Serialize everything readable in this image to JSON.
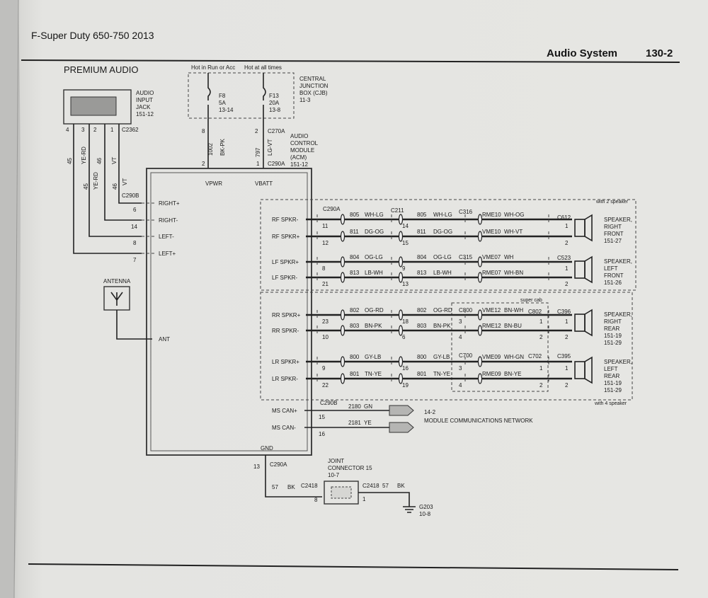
{
  "header": {
    "book_title": "F-Super Duty 650-750 2013",
    "section_title": "Audio System",
    "page_number": "130-2"
  },
  "diagram": {
    "title": "PREMIUM AUDIO",
    "fuse_feeds": {
      "run_acc": "Hot in Run or Acc",
      "hot_always": "Hot at all times"
    },
    "fuse_f8": {
      "name": "F8",
      "amps": "5A",
      "ref": "13-14"
    },
    "fuse_f13": {
      "name": "F13",
      "amps": "20A",
      "ref": "13-8"
    },
    "cjb": {
      "line1": "CENTRAL",
      "line2": "JUNCTION",
      "line3": "BOX (CJB)",
      "ref": "11-3"
    },
    "acm": {
      "line1": "AUDIO",
      "line2": "CONTROL",
      "line3": "MODULE",
      "line4": "(ACM)",
      "ref": "151-12"
    },
    "jack": {
      "line1": "AUDIO",
      "line2": "INPUT",
      "line3": "JACK",
      "ref": "151-12",
      "connector": "C2362"
    },
    "jack_pins": [
      "4",
      "3",
      "2",
      "1"
    ],
    "jack_circuits": [
      {
        "circuit": "45",
        "color": "YE-RD"
      },
      {
        "circuit": "46",
        "color": "VT"
      }
    ],
    "power": {
      "vpwr": "VPWR",
      "vbatt": "VBATT",
      "pin_f8_out": "8",
      "pin_f13_out": "2",
      "c270a": "C270A",
      "vpwr_circuit": "1002",
      "vpwr_color": "BK-PK",
      "vbatt_circuit": "797",
      "vbatt_color": "LG-VT",
      "acm_pin_vpwr": "2",
      "acm_pin_vbatt": "1",
      "c290a": "C290A"
    },
    "aux_inputs": {
      "connector": "C290B",
      "labels": [
        "RIGHT+",
        "RIGHT-",
        "LEFT-",
        "LEFT+"
      ],
      "pins": [
        "6",
        "14",
        "8",
        "7"
      ],
      "circuits": [
        "45",
        "46"
      ]
    },
    "antenna": {
      "label": "ANTENNA",
      "pin_label": "ANT"
    },
    "speaker_outputs": [
      {
        "label": "RF SPKR-",
        "pin": "11",
        "circuit": "805",
        "color": "WH-LG",
        "pin2": "14",
        "circuit2": "805",
        "color2": "WH-LG",
        "vme": "RME10",
        "vme_color": "WH-OG",
        "spk_pin": "1"
      },
      {
        "label": "RF SPKR+",
        "pin": "12",
        "circuit": "811",
        "color": "DG-OG",
        "pin2": "15",
        "circuit2": "811",
        "color2": "DG-OG",
        "vme": "VME10",
        "vme_color": "WH-VT",
        "spk_pin": "2"
      },
      {
        "label": "LF SPKR+",
        "pin": "8",
        "circuit": "804",
        "color": "OG-LG",
        "pin2": "9",
        "circuit2": "804",
        "color2": "OG-LG",
        "vme": "VME07",
        "vme_color": "WH",
        "spk_pin": "1"
      },
      {
        "label": "LF SPKR-",
        "pin": "21",
        "circuit": "813",
        "color": "LB-WH",
        "pin2": "13",
        "circuit2": "813",
        "color2": "LB-WH",
        "vme": "RME07",
        "vme_color": "WH-BN",
        "spk_pin": "2"
      },
      {
        "label": "RR SPKR+",
        "pin": "23",
        "circuit": "802",
        "color": "OG-RD",
        "pin2": "18",
        "circuit2": "802",
        "color2": "OG-RD",
        "vme": "VME12",
        "vme_color": "BN-WH",
        "spk_pin": "1",
        "c800_pin": "3",
        "c802_pin": "1"
      },
      {
        "label": "RR SPKR-",
        "pin": "10",
        "circuit": "803",
        "color": "BN-PK",
        "pin2": "6",
        "circuit2": "803",
        "color2": "BN-PK",
        "vme": "RME12",
        "vme_color": "BN-BU",
        "spk_pin": "2",
        "c800_pin": "4",
        "c802_pin": "2"
      },
      {
        "label": "LR SPKR+",
        "pin": "9",
        "circuit": "800",
        "color": "GY-LB",
        "pin2": "16",
        "circuit2": "800",
        "color2": "GY-LB",
        "vme": "VME09",
        "vme_color": "WH-GN",
        "spk_pin": "1",
        "c800_pin": "3",
        "c802_pin": "1"
      },
      {
        "label": "LR SPKR-",
        "pin": "22",
        "circuit": "801",
        "color": "TN-YE",
        "pin2": "19",
        "circuit2": "801",
        "color2": "TN-YE",
        "vme": "RME09",
        "vme_color": "BN-YE",
        "spk_pin": "2",
        "c800_pin": "4",
        "c802_pin": "2"
      }
    ],
    "connectors": {
      "c290a": "C290A",
      "c211": "C211",
      "c316": "C316",
      "c315": "C315",
      "c800": "C800",
      "c700": "C700",
      "c802": "C802",
      "c702": "C702",
      "c612": "C612",
      "c523": "C523",
      "c396": "C396",
      "c395": "C395"
    },
    "speakers": [
      {
        "l1": "SPEAKER,",
        "l2": "RIGHT",
        "l3": "FRONT",
        "r1": "151-27",
        "r2": ""
      },
      {
        "l1": "SPEAKER,",
        "l2": "LEFT",
        "l3": "FRONT",
        "r1": "151-26",
        "r2": ""
      },
      {
        "l1": "SPEAKER,",
        "l2": "RIGHT",
        "l3": "REAR",
        "r1": "151-19",
        "r2": "151-29"
      },
      {
        "l1": "SPEAKER,",
        "l2": "LEFT",
        "l3": "REAR",
        "r1": "151-19",
        "r2": "151-29"
      }
    ],
    "notes": {
      "two_speaker": "with 2 speaker",
      "super_cab": "super cab",
      "four_speaker": "with 4 speaker"
    },
    "can": {
      "connector": "C290B",
      "hi_label": "MS CAN+",
      "lo_label": "MS CAN-",
      "hi_pin": "15",
      "lo_pin": "16",
      "hi_circuit": "2180",
      "hi_color": "GN",
      "lo_circuit": "2181",
      "lo_color": "YE",
      "ref": "14-2",
      "network": "MODULE COMMUNICATIONS NETWORK"
    },
    "ground": {
      "label": "GND",
      "pin": "13",
      "connector": "C290A",
      "circuit": "57",
      "color": "BK",
      "c2418": "C2418",
      "joint_l1": "JOINT",
      "joint_l2": "CONNECTOR 15",
      "joint_ref": "10-7",
      "pin_in": "8",
      "pin_out": "1",
      "g_name": "G203",
      "g_ref": "10-8"
    }
  }
}
